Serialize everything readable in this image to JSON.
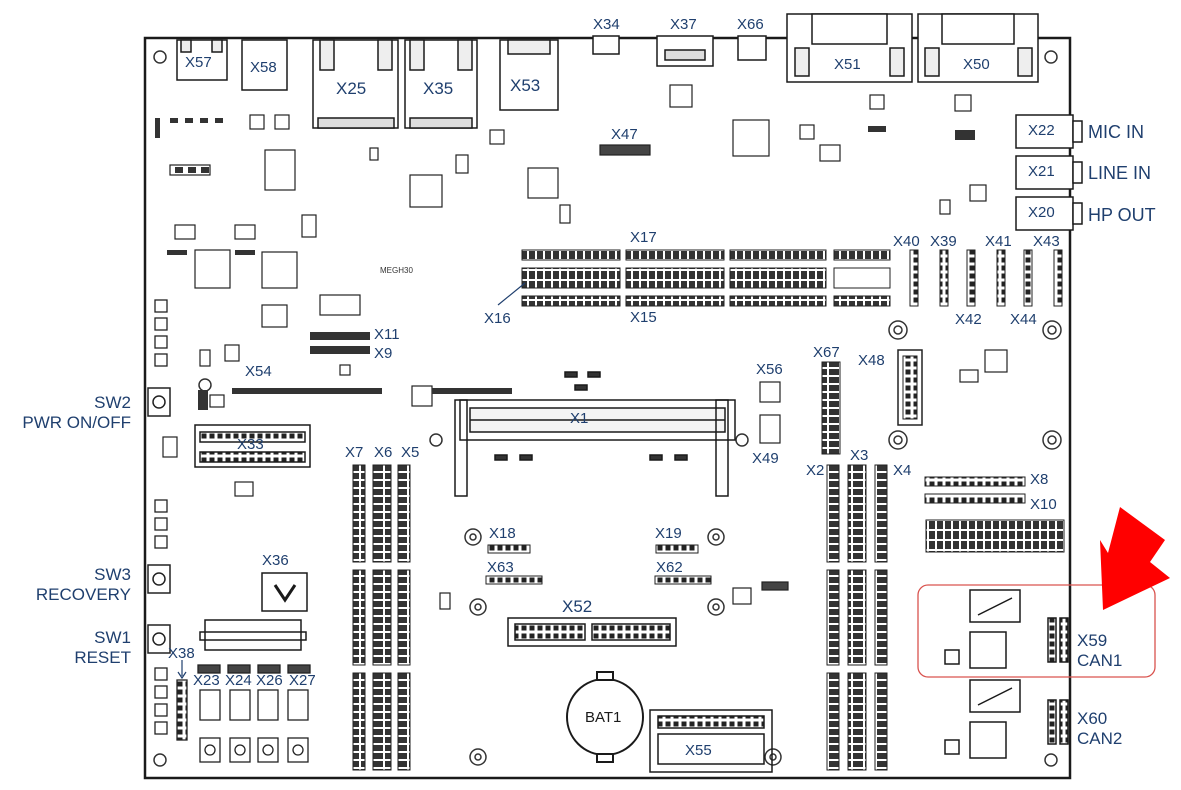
{
  "board": {
    "silkscreen": "MEGH30",
    "connectors": {
      "x57": "X57",
      "x58": "X58",
      "x25": "X25",
      "x35": "X35",
      "x53": "X53",
      "x34": "X34",
      "x37": "X37",
      "x66": "X66",
      "x51": "X51",
      "x50": "X50",
      "x47": "X47",
      "x17": "X17",
      "x16": "X16",
      "x15": "X15",
      "x40": "X40",
      "x39": "X39",
      "x41": "X41",
      "x43": "X43",
      "x42": "X42",
      "x44": "X44",
      "x11": "X11",
      "x9": "X9",
      "x67": "X67",
      "x48": "X48",
      "x56": "X56",
      "x54": "X54",
      "x1": "X1",
      "x33": "X33",
      "x49": "X49",
      "x7": "X7",
      "x6": "X6",
      "x5": "X5",
      "x2": "X2",
      "x3": "X3",
      "x4": "X4",
      "x8": "X8",
      "x10": "X10",
      "x18": "X18",
      "x19": "X19",
      "x63": "X63",
      "x62": "X62",
      "x36": "X36",
      "x52": "X52",
      "x38": "X38",
      "x23": "X23",
      "x24": "X24",
      "x26": "X26",
      "x27": "X27",
      "bat1": "BAT1",
      "x55": "X55",
      "x22": "X22",
      "x21": "X21",
      "x20": "X20"
    },
    "audio": {
      "mic_in": "MIC IN",
      "line_in": "LINE IN",
      "hp_out": "HP OUT"
    },
    "switches": {
      "sw2": "SW2",
      "sw2_func": "PWR ON/OFF",
      "sw3": "SW3",
      "sw3_func": "RECOVERY",
      "sw1": "SW1",
      "sw1_func": "RESET"
    },
    "can": {
      "x59": "X59",
      "can1": "CAN1",
      "x60": "X60",
      "can2": "CAN2"
    }
  },
  "highlight": {
    "arrow_color": "#ff0000",
    "box_color": "#d9534f"
  },
  "colors": {
    "label": "#1f3f6e",
    "outline": "#1a1a1a"
  }
}
